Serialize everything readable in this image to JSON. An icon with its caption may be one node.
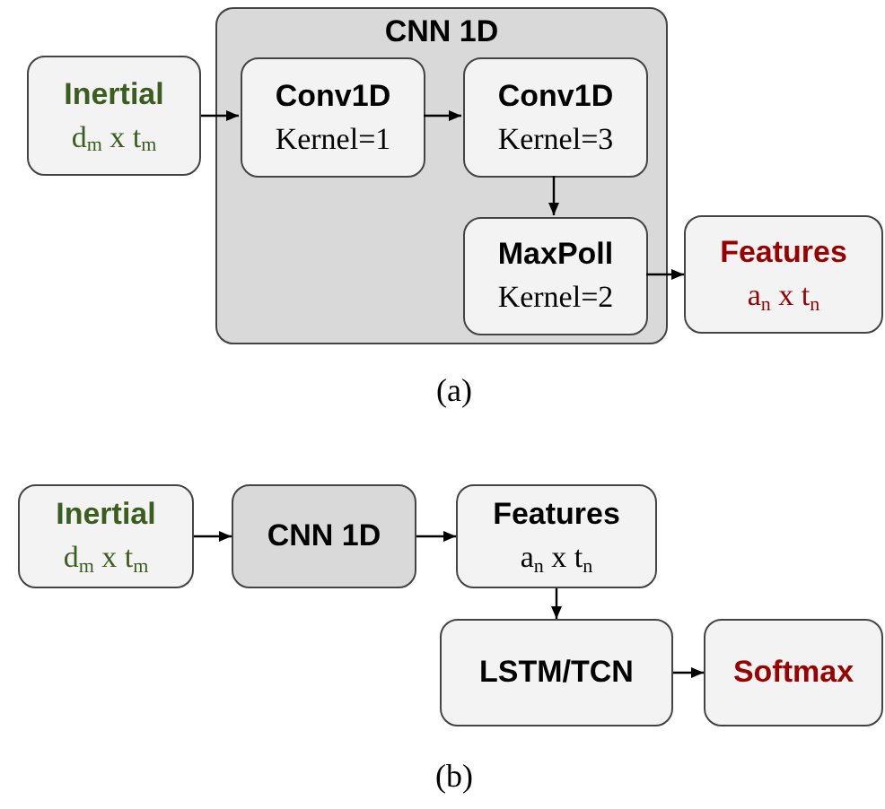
{
  "diagram": {
    "nodes": [
      {
        "text": [
          "Inertial",
          "d$_{m}$ x t$_{m}$"
        ]
      },
      {
        "text": [
          "CNN 1D"
        ]
      },
      {
        "text": [
          "Conv1D",
          "Kernel=1"
        ],
        "in": 1
      },
      {
        "text": [
          "Conv1D",
          "Kernel=3"
        ],
        "in": 1
      },
      {
        "text": [
          "MaxPoll",
          "Kernel=2"
        ],
        "in": 1
      },
      {
        "text": [
          "Features",
          "a$_{n}$ x t$_{n}$"
        ]
      },
      {
        "text": [
          "Inertial",
          "d$_{m}$ x t$_{m}$"
        ]
      },
      {
        "text": [
          "CNN 1D"
        ]
      },
      {
        "text": [
          "Features",
          "a$_{n}$ x t$_{n}$"
        ]
      },
      {
        "text": [
          "LSTM/TCN"
        ]
      },
      {
        "text": [
          "Softmax"
        ]
      }
    ],
    "edges": [
      {
        "from": 0,
        "to": 2,
        "arrow": "to"
      },
      {
        "from": 2,
        "to": 3,
        "arrow": "to"
      },
      {
        "from": 3,
        "to": 4,
        "arrow": "to"
      },
      {
        "from": 4,
        "to": 5,
        "arrow": "to"
      },
      {
        "from": 6,
        "to": 7,
        "arrow": "to"
      },
      {
        "from": 7,
        "to": 8,
        "arrow": "to"
      },
      {
        "from": 8,
        "to": 9,
        "arrow": "to"
      },
      {
        "from": 9,
        "to": 10,
        "arrow": "to"
      }
    ],
    "labels": [
      "(a)",
      "(b)"
    ]
  }
}
